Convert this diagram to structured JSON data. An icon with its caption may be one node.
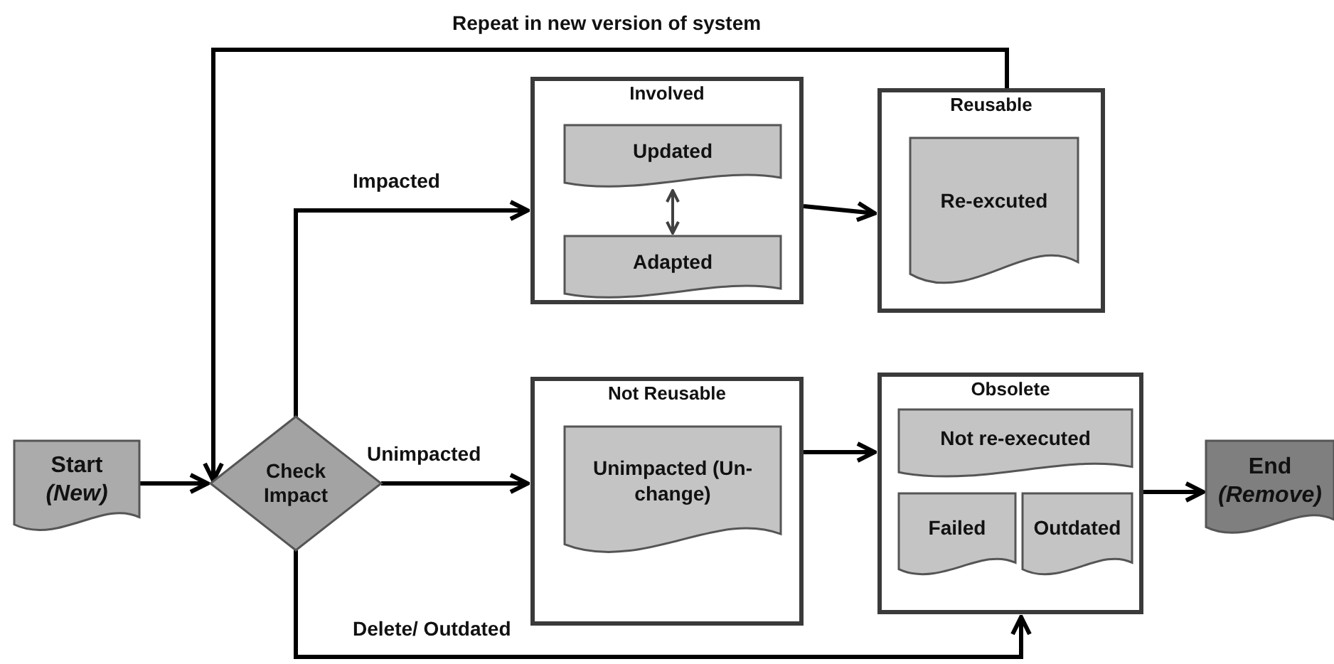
{
  "diagram": {
    "nodes": [
      {
        "text": [
          "Start",
          "(New)"
        ]
      },
      {
        "text": [
          "Check Impact"
        ]
      },
      {
        "text": [
          "Involved"
        ]
      },
      {
        "text": [
          "Updated"
        ],
        "in": 2
      },
      {
        "text": [
          "Adapted"
        ],
        "in": 2
      },
      {
        "text": [
          "Reusable"
        ]
      },
      {
        "text": [
          "Re-excuted"
        ],
        "in": 5
      },
      {
        "text": [
          "Not Reusable"
        ]
      },
      {
        "text": [
          "Unimpacted (Un-change)"
        ],
        "in": 7
      },
      {
        "text": [
          "Obsolete"
        ]
      },
      {
        "text": [
          "Not re-executed"
        ],
        "in": 9
      },
      {
        "text": [
          "Failed"
        ],
        "in": 9
      },
      {
        "text": [
          "Outdated"
        ],
        "in": 9
      },
      {
        "text": [
          "End",
          "(Remove)"
        ]
      }
    ],
    "edges": [
      {
        "from": 0,
        "to": 1,
        "arrow": "to"
      },
      {
        "from": 1,
        "to": 2,
        "arrow": "to",
        "label": "Impacted"
      },
      {
        "from": 3,
        "to": 4,
        "arrow": "both",
        "color": "#404040"
      },
      {
        "from": 2,
        "to": 5,
        "arrow": "to"
      },
      {
        "from": 5,
        "to": 1,
        "arrow": "to",
        "label": "Repeat in new version of system"
      },
      {
        "from": 1,
        "to": 7,
        "arrow": "to",
        "label": "Unimpacted"
      },
      {
        "from": 7,
        "to": 9,
        "arrow": "to"
      },
      {
        "from": 1,
        "to": 9,
        "arrow": "to",
        "label": "Delete/ Outdated"
      },
      {
        "from": 9,
        "to": 13,
        "arrow": "to"
      }
    ]
  }
}
